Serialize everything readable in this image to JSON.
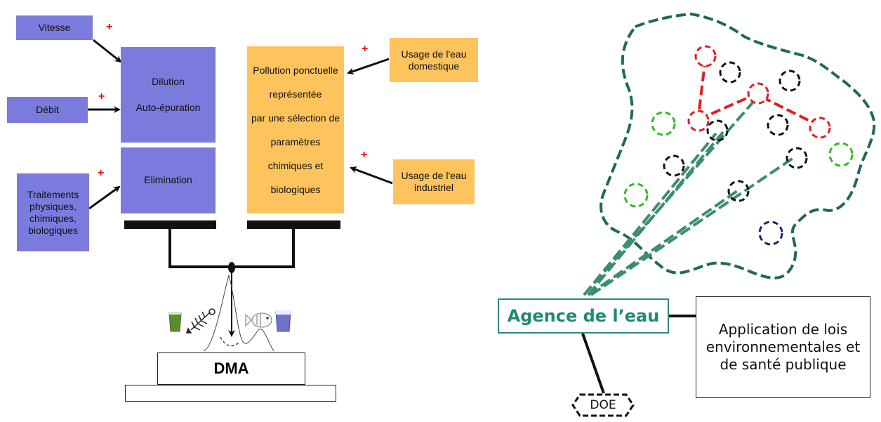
{
  "left_diagram": {
    "inputs": {
      "vitesse": "Vitesse",
      "debit": "Débit",
      "traitements": "Traitements physiques, chimiques, biologiques"
    },
    "processes": {
      "dilution": "Dilution",
      "auto_epuration": "Auto-épuration",
      "elimination": "Elimination"
    },
    "pollution": [
      "Pollution ponctuelle",
      "représentée",
      "par une sélection de",
      "paramètres",
      "chimiques et",
      "biologiques"
    ],
    "usage_domestique": "Usage de l'eau domestique",
    "usage_industriel": "Usage de l'eau industriel",
    "plus_sign": "+",
    "dma_label": "DMA",
    "colors": {
      "process_blue": "#7b7bde",
      "pollution_orange": "#fdc35c",
      "plus_red": "#e01010"
    }
  },
  "right_diagram": {
    "agence_label": "Agence de l’eau",
    "application_label": "Application de lois environnementales et de santé publique",
    "doe_label": "DOE",
    "colors": {
      "boundary_green": "#1f6b4e",
      "red_node": "#e02020",
      "green_node": "#33bb22",
      "black_node": "#111111",
      "blue_node": "#22227a",
      "link_green": "#3a8f6a"
    }
  }
}
